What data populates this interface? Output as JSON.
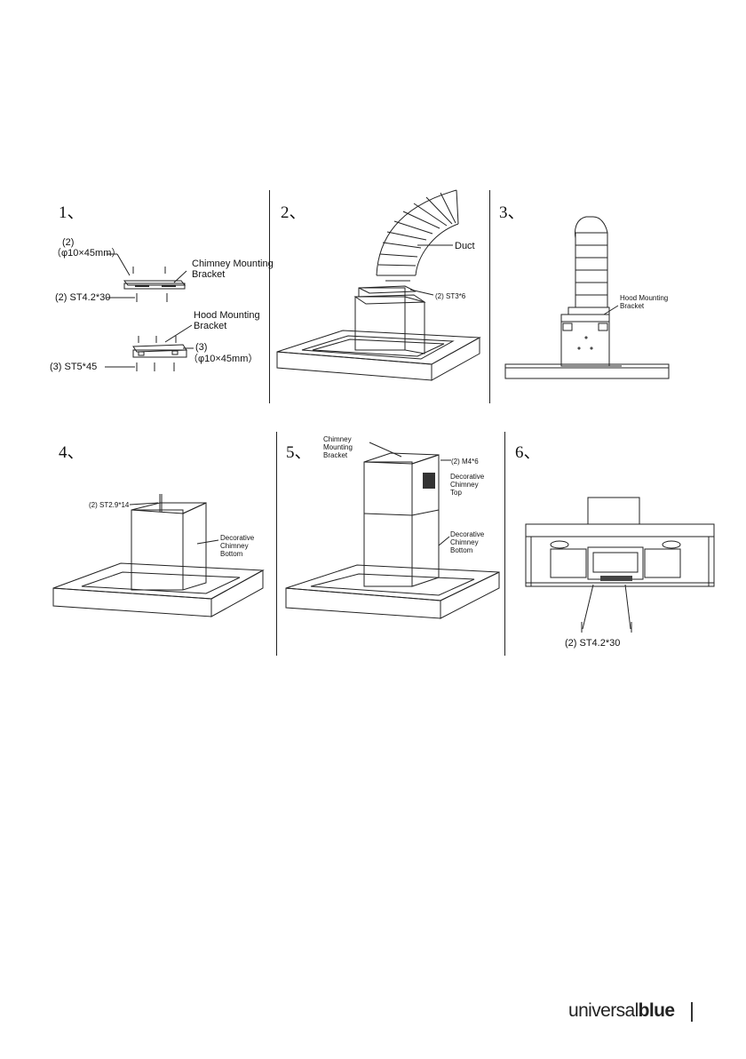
{
  "steps": [
    {
      "number": "1、",
      "labels": {
        "bolt_qty": "(2)",
        "bolt_size": "（φ10×45mm）",
        "chimney_bracket_l1": "Chimney Mounting",
        "chimney_bracket_l2": "Bracket",
        "screw": "(2) ST4.2*30",
        "hood_bracket_l1": "Hood Mounting",
        "hood_bracket_l2": "Bracket",
        "bolt2_qty": "(3)",
        "bolt2_size": "（φ10×45mm）",
        "screw2": "(3) ST5*45"
      }
    },
    {
      "number": "2、",
      "labels": {
        "duct": "Duct",
        "screw": "(2) ST3*6"
      }
    },
    {
      "number": "3、",
      "labels": {
        "hood_bracket_l1": "Hood Mounting",
        "hood_bracket_l2": "Bracket"
      }
    },
    {
      "number": "4、",
      "labels": {
        "screw": "(2) ST2.9*14",
        "dcb_l1": "Decorative",
        "dcb_l2": "Chimney",
        "dcb_l3": "Bottom"
      }
    },
    {
      "number": "5、",
      "labels": {
        "cmb_l1": "Chimney",
        "cmb_l2": "Mounting",
        "cmb_l3": "Bracket",
        "screw": "(2) M4*6",
        "dct_l1": "Decorative",
        "dct_l2": "Chimney",
        "dct_l3": "Top",
        "dcb_l1": "Decorative",
        "dcb_l2": "Chimney",
        "dcb_l3": "Bottom"
      }
    },
    {
      "number": "6、",
      "labels": {
        "screw": "(2) ST4.2*30"
      }
    }
  ],
  "brand": {
    "light": "universal",
    "bold": "blue"
  }
}
